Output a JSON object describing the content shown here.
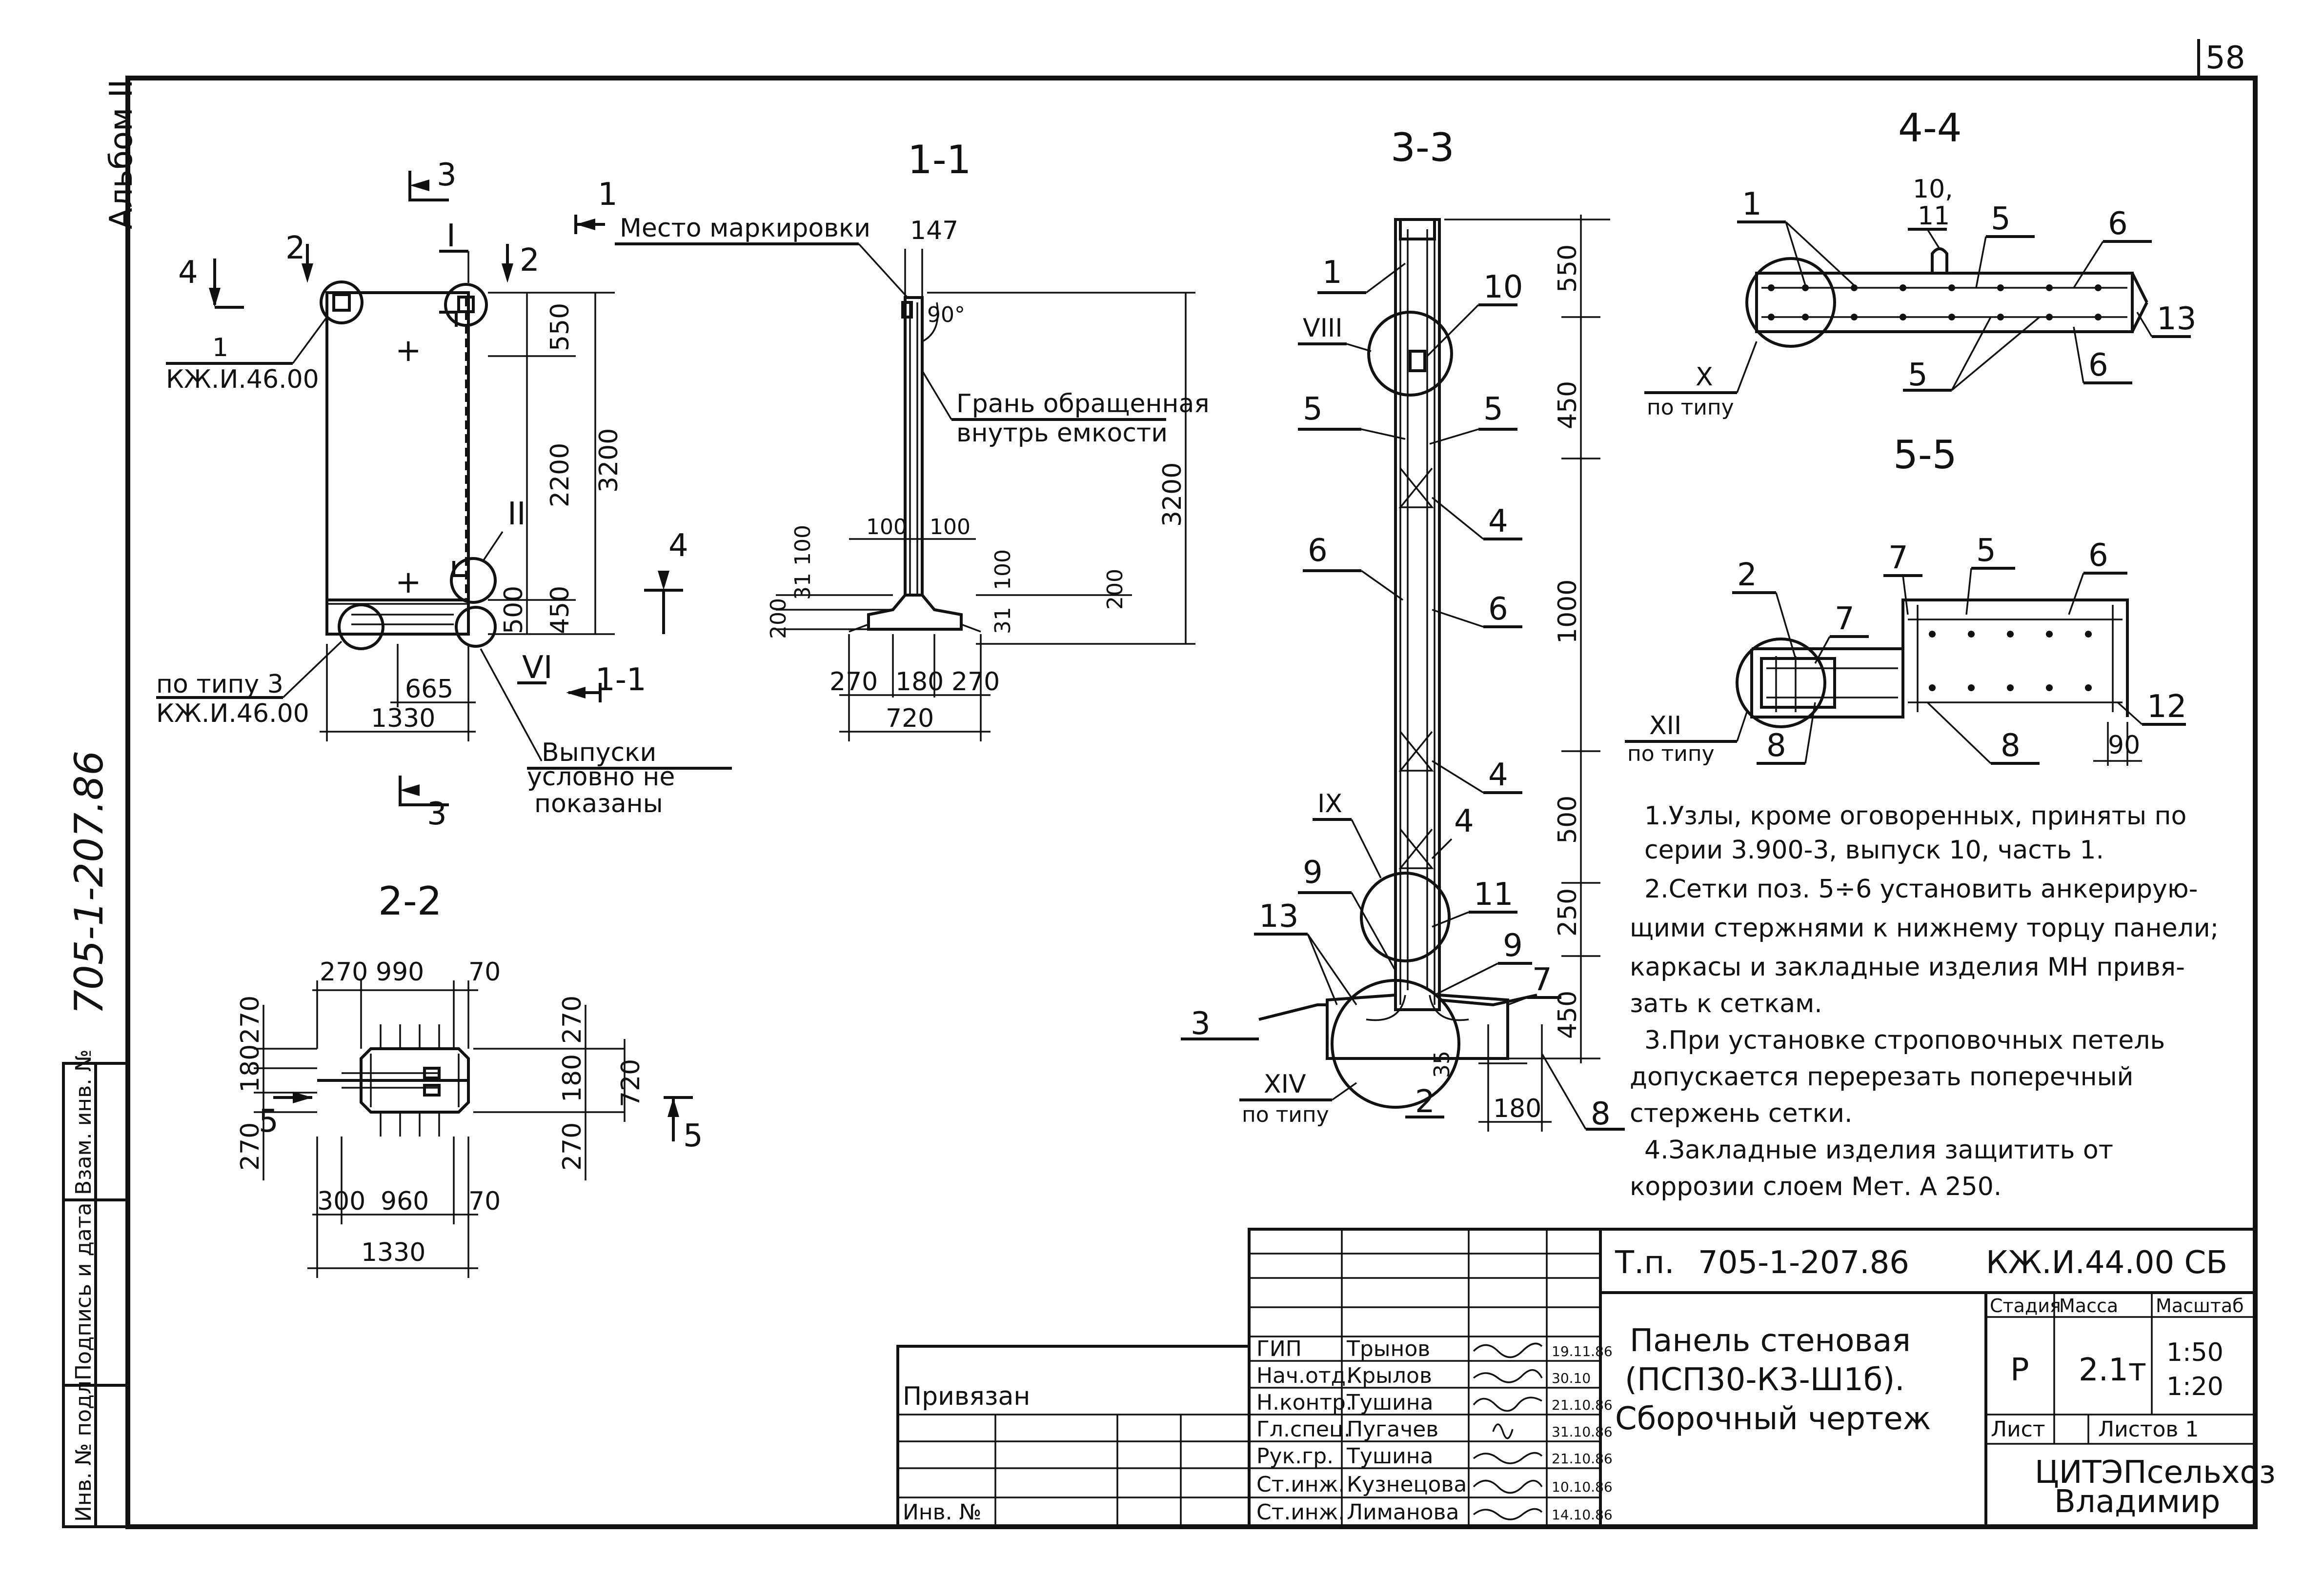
{
  "sheet_number": "58",
  "album": "Альбом II",
  "project_code_vertical": "705-1-207.86",
  "views": {
    "elevation": {
      "marks": [
        "1",
        "2",
        "2",
        "3",
        "3",
        "4",
        "4",
        "I",
        "II",
        "VI"
      ],
      "node_ref_top": "1",
      "node_ref_top_doc": "КЖ.И.46.00",
      "node_ref_bottom": "по типу 3",
      "node_ref_bottom_doc": "КЖ.И.46.00",
      "dims": [
        "550",
        "2200",
        "3200",
        "500",
        "450",
        "665",
        "1330"
      ],
      "note_outlets": [
        "Выпуски",
        "условно не",
        "показаны"
      ]
    },
    "section_1_1": {
      "title": "1-1",
      "marking_place": "Место маркировки",
      "face_note": [
        "Грань обращенная",
        "внутрь емкости"
      ],
      "dims": [
        "147",
        "90°",
        "3200",
        "100",
        "100",
        "100",
        "31",
        "200",
        "31",
        "100",
        "200",
        "270",
        "180",
        "270",
        "720"
      ]
    },
    "section_2_2": {
      "title": "2-2",
      "dims": [
        "270",
        "990",
        "70",
        "270",
        "180",
        "270",
        "270",
        "180",
        "270",
        "720",
        "300",
        "960",
        "70",
        "1330"
      ],
      "marks": [
        "5",
        "5"
      ]
    },
    "section_3_3": {
      "title": "3-3",
      "dims": [
        "550",
        "450",
        "1000",
        "500",
        "250",
        "450",
        "180",
        "35"
      ],
      "positions": [
        "1",
        "10",
        "5",
        "5",
        "4",
        "6",
        "6",
        "4",
        "4",
        "9",
        "11",
        "13",
        "9",
        "7",
        "3",
        "2",
        "8"
      ],
      "nodes": [
        "VIII",
        "IX",
        "XIV"
      ],
      "node_xiv_note": "по типу"
    },
    "section_4_4": {
      "title": "4-4",
      "positions": [
        "1",
        "10,",
        "11",
        "5",
        "6",
        "5",
        "6",
        "13"
      ],
      "node": "X",
      "node_note": "по типу"
    },
    "section_5_5": {
      "title": "5-5",
      "positions": [
        "2",
        "7",
        "7",
        "5",
        "6",
        "8",
        "8",
        "12"
      ],
      "node": "XII",
      "node_note": "по типу",
      "dim": "90"
    }
  },
  "notes": [
    "1.Узлы, кроме оговоренных, приняты по",
    "серии 3.900-3, выпуск 10, часть 1.",
    "2.Сетки поз. 5÷6 установить анкерирую-",
    "щими стержнями к нижнему торцу панели;",
    "каркасы и закладные изделия МН привя-",
    "зать к сеткам.",
    "3.При установке строповочных петель",
    "допускается перерезать поперечный",
    "стержень сетки.",
    "4.Закладные изделия защитить от",
    "коррозии слоем Мет. А 250."
  ],
  "left_stamp": {
    "inv_podl": "Инв. № подл",
    "sign_date": "Подпись и дата",
    "vzam_inv": "Взам. инв. №"
  },
  "title_block": {
    "tp_label": "Т.п.",
    "tp_number": "705-1-207.86",
    "doc_code": "КЖ.И.44.00 СБ",
    "title_lines": [
      "Панель стеновая",
      "(ПСП30-К3-Ш1б).",
      "Сборочный чертеж"
    ],
    "headers": [
      "Стадия",
      "Масса",
      "Масштаб"
    ],
    "stage": "Р",
    "mass": "2.1т",
    "scale": [
      "1:50",
      "1:20"
    ],
    "sheet_label": "Лист",
    "sheets_label": "Листов 1",
    "org": [
      "ЦИТЭПсельхоз",
      "Владимир"
    ],
    "bound_label": "Привязан",
    "inv_label": "Инв. №",
    "staff": [
      {
        "role": "ГИП",
        "name": "Трынов",
        "date": "19.11.86"
      },
      {
        "role": "Нач.отд.",
        "name": "Крылов",
        "date": "30.10"
      },
      {
        "role": "Н.контр.",
        "name": "Тушина",
        "date": "21.10.86"
      },
      {
        "role": "Гл.спец.",
        "name": "Пугачев",
        "date": "31.10.86"
      },
      {
        "role": "Рук.гр.",
        "name": "Тушина",
        "date": "21.10.86"
      },
      {
        "role": "Ст.инж.",
        "name": "Кузнецова",
        "date": "10.10.86"
      },
      {
        "role": "Ст.инж.",
        "name": "Лиманова",
        "date": "14.10.86"
      }
    ]
  }
}
